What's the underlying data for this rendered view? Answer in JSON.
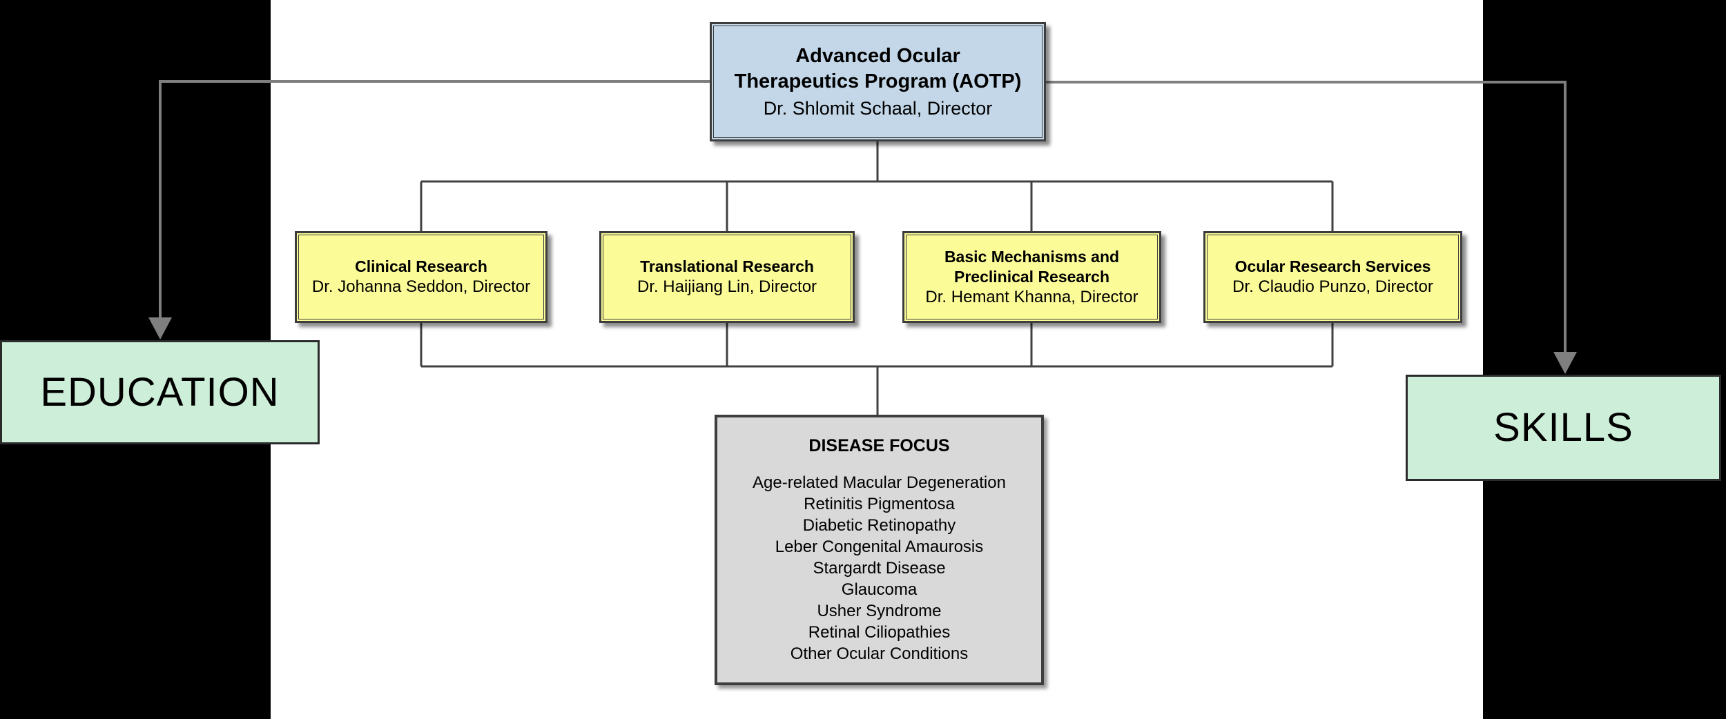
{
  "colors": {
    "bg_black": "#000000",
    "slide_white": "#ffffff",
    "root_fill": "#c3d7e8",
    "dept_fill": "#fbfb97",
    "focus_fill": "#d9d9d9",
    "side_fill": "#cdeed9",
    "border_dark": "#3d3d3d",
    "arrow_gray": "#7f7f7f"
  },
  "root": {
    "title_lines": [
      "Advanced Ocular",
      "Therapeutics Program (AOTP)"
    ],
    "subtitle": "Dr. Shlomit Schaal, Director"
  },
  "departments": [
    {
      "title_lines": [
        "Clinical Research"
      ],
      "subtitle": "Dr. Johanna Seddon, Director"
    },
    {
      "title_lines": [
        "Translational Research"
      ],
      "subtitle": "Dr. Haijiang Lin, Director"
    },
    {
      "title_lines": [
        "Basic Mechanisms and",
        "Preclinical Research"
      ],
      "subtitle": "Dr. Hemant Khanna, Director"
    },
    {
      "title_lines": [
        "Ocular Research Services"
      ],
      "subtitle": "Dr. Claudio Punzo, Director"
    }
  ],
  "disease_focus": {
    "title": "DISEASE FOCUS",
    "items": [
      "Age-related Macular Degeneration",
      "Retinitis Pigmentosa",
      "Diabetic Retinopathy",
      "Leber Congenital Amaurosis",
      "Stargardt Disease",
      "Glaucoma",
      "Usher Syndrome",
      "Retinal Ciliopathies",
      "Other Ocular Conditions"
    ]
  },
  "side_labels": {
    "education": "EDUCATION",
    "skills": "SKILLS"
  }
}
